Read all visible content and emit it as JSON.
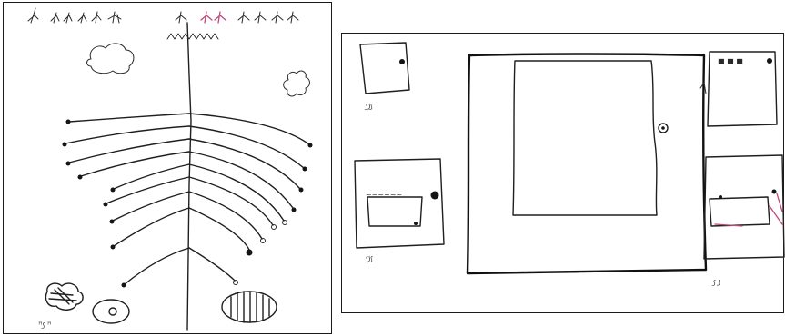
{
  "left_sketch": {
    "top_people": {
      "left_count": 6,
      "right_count": 6,
      "highlight_color": "#c2477a"
    },
    "arc_rows": 9,
    "caption": "ꟸ꠹ ꟸ"
  },
  "right_sketch": {
    "top_left_caption": "꠹꠸꠹",
    "mid_left_caption": "꠹꠸꠹",
    "mid_left_note": "~~~~~~",
    "top_right_marks": "■ ■ ■",
    "bottom_right_caption": "꠹ ꠸",
    "accent_color": "#c2477a"
  }
}
